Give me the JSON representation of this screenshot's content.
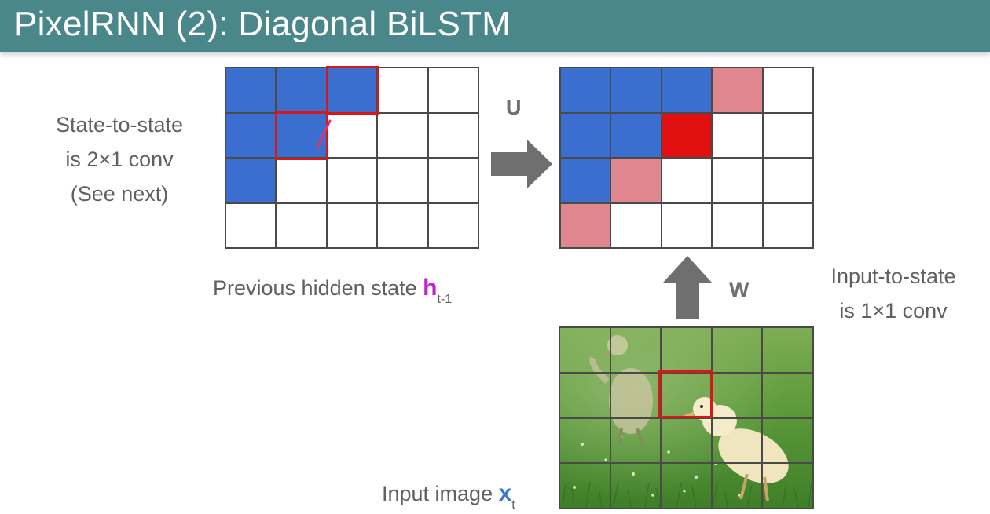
{
  "slide": {
    "title": "PixelRNN (2): Diagonal BiLSTM"
  },
  "state_note": {
    "line1": "State-to-state",
    "line2": "is 2×1 conv",
    "line3": "(See next)"
  },
  "input_note": {
    "line1": "Input-to-state",
    "line2": "is 1×1 conv"
  },
  "arrows": {
    "u_label": "U",
    "w_label": "W"
  },
  "captions": {
    "hidden_prefix": "Previous hidden state ",
    "hidden_symbol": "h",
    "hidden_subscript": "t-1",
    "input_prefix": "Input image ",
    "input_symbol": "x",
    "input_subscript": "t"
  },
  "colors": {
    "title_bar": "#4a878a",
    "filled_cell": "#3a6fcf",
    "current_cell": "#e01010",
    "next_cells": "#e0868e",
    "highlight_box": "#d81818",
    "h_symbol": "#c21fd6",
    "x_symbol": "#3a78d8",
    "arrow": "#6f6f6f"
  },
  "hidden_grid": {
    "rows": 4,
    "cols": 5,
    "cells": [
      [
        "blue",
        "blue",
        "blue",
        "white",
        "white"
      ],
      [
        "blue",
        "blue",
        "white",
        "white",
        "white"
      ],
      [
        "blue",
        "white",
        "white",
        "white",
        "white"
      ],
      [
        "white",
        "white",
        "white",
        "white",
        "white"
      ]
    ]
  },
  "output_grid": {
    "rows": 4,
    "cols": 5,
    "cells": [
      [
        "blue",
        "blue",
        "blue",
        "pink",
        "white"
      ],
      [
        "blue",
        "blue",
        "red",
        "white",
        "white"
      ],
      [
        "blue",
        "pink",
        "white",
        "white",
        "white"
      ],
      [
        "pink",
        "white",
        "white",
        "white",
        "white"
      ]
    ]
  },
  "input_image": {
    "subject": "two ducklings on grass",
    "rows": 4,
    "cols": 5
  }
}
